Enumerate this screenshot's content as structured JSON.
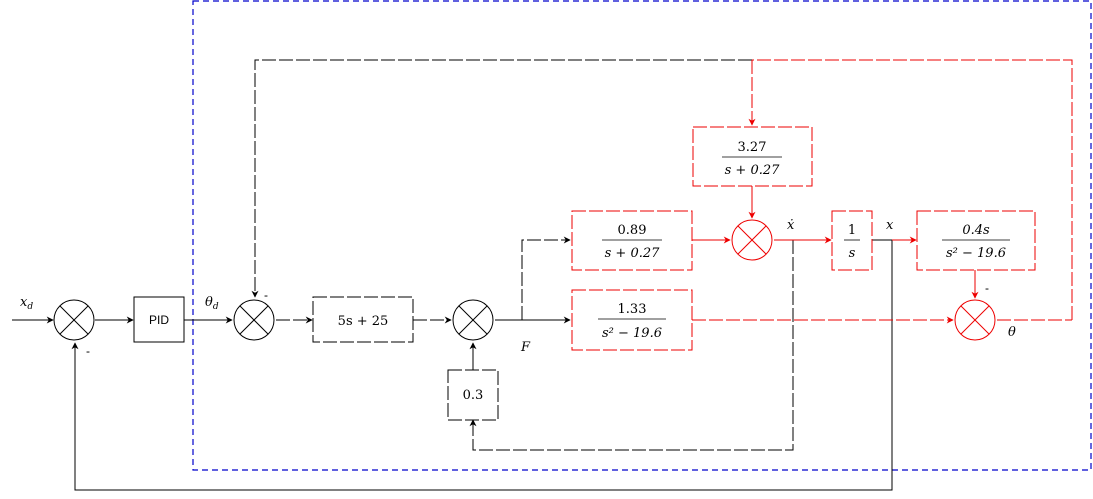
{
  "colors": {
    "black": "#000000",
    "red": "#ee0000",
    "blue": "#0000cc"
  },
  "signals": {
    "xd_main": "x",
    "xd_sub": "d",
    "thetad_main": "θ",
    "thetad_sub": "d",
    "F": "F",
    "xdot": "ẋ",
    "x": "x",
    "theta": "θ"
  },
  "signs": {
    "sum1_bottom": "-",
    "sum2_top": "-",
    "sum_theta_top": "-"
  },
  "blocks": {
    "pid": "PID",
    "controller_gain": "5s + 25",
    "friction": "0.3",
    "tf_top": {
      "num": "3.27",
      "den": "s + 0.27"
    },
    "tf_xdot": {
      "num": "0.89",
      "den": "s + 0.27"
    },
    "tf_f_theta": {
      "num": "1.33",
      "den": "s² − 19.6"
    },
    "integrator": {
      "num": "1",
      "den": "s"
    },
    "tf_x_theta": {
      "num": "0.4s",
      "den": "s² − 19.6"
    }
  }
}
